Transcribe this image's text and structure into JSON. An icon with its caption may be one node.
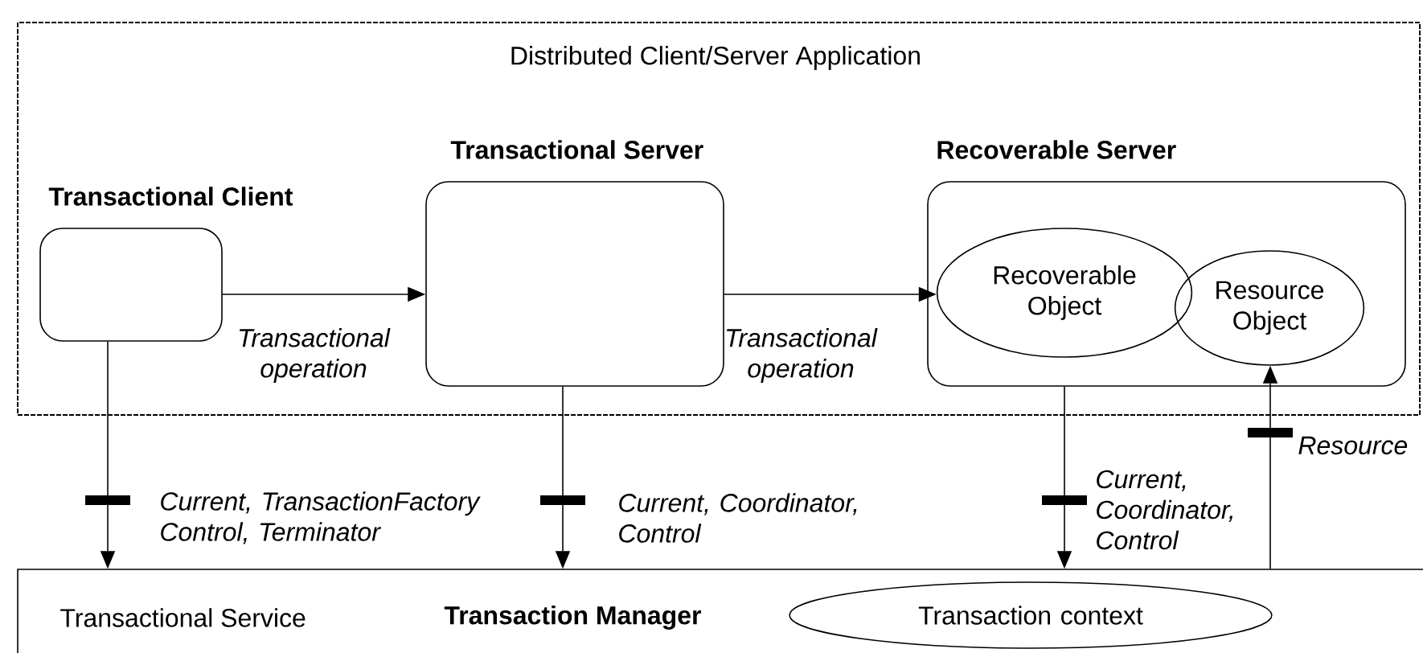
{
  "diagram": {
    "nodes": [
      {
        "text": [
          "Distributed Client/Server Application"
        ]
      },
      {
        "text": [
          "Transactional Client"
        ],
        "in": 0
      },
      {
        "text": [
          "Transactional Server"
        ],
        "in": 0
      },
      {
        "text": [
          "Recoverable Server"
        ],
        "in": 0
      },
      {
        "text": [
          "Recoverable Object"
        ],
        "in": 3
      },
      {
        "text": [
          "Resource Object"
        ],
        "in": 3
      },
      {
        "text": [
          "Transactional Service",
          "Transaction Manager"
        ]
      },
      {
        "text": [
          "Transaction context"
        ],
        "in": 6
      }
    ],
    "edges": [
      {
        "from": 1,
        "to": 2,
        "arrow": "to",
        "label": "Transactional operation"
      },
      {
        "from": 2,
        "to": 4,
        "arrow": "to",
        "label": "Transactional operation"
      },
      {
        "from": 1,
        "to": 6,
        "arrow": "to",
        "label": "Current, TransactionFactory Control, Terminator"
      },
      {
        "from": 2,
        "to": 6,
        "arrow": "to",
        "label": "Current, Coordinator, Control"
      },
      {
        "from": 3,
        "to": 6,
        "arrow": "to",
        "label": "Current, Coordinator, Control"
      },
      {
        "from": 6,
        "to": 5,
        "arrow": "to",
        "label": "Resource"
      }
    ]
  }
}
